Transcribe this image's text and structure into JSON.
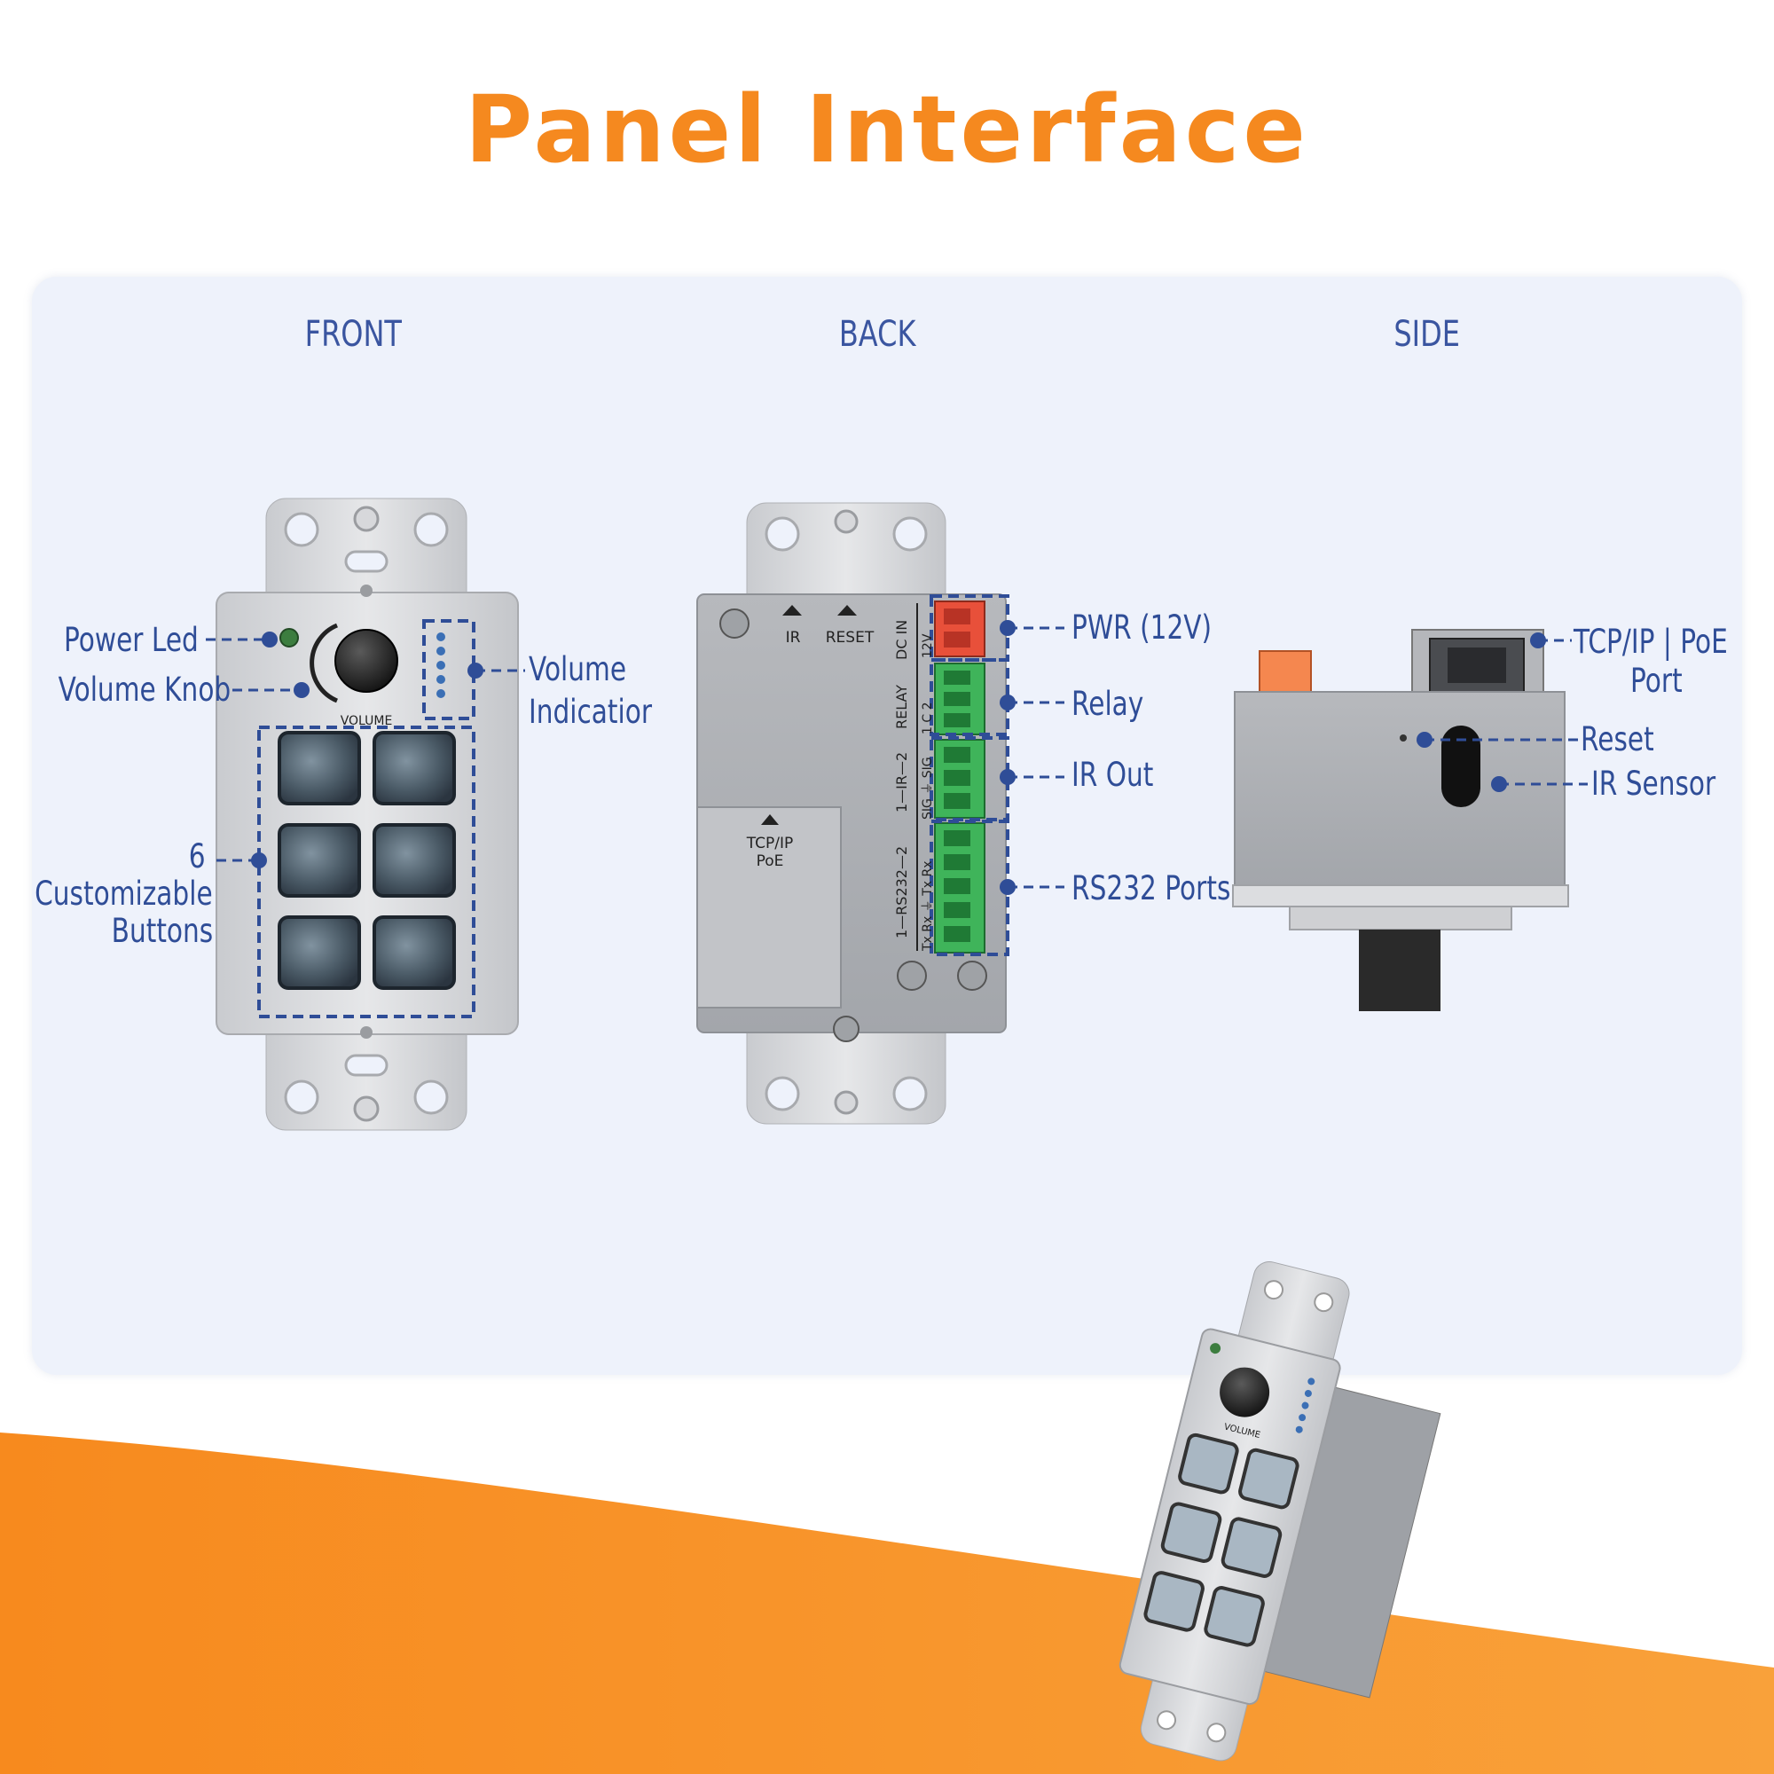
{
  "title": "Panel Interface",
  "views": {
    "front": "FRONT",
    "back": "BACK",
    "side": "SIDE"
  },
  "front_labels": {
    "power_led": "Power Led",
    "volume_knob": "Volume Knob",
    "volume_indicator_line1": "Volume",
    "volume_indicator_line2": "Indicatior",
    "buttons_line1": "6",
    "buttons_line2": "Customizable",
    "buttons_line3": "Buttons"
  },
  "back_labels": {
    "pwr": "PWR (12V)",
    "relay": "Relay",
    "ir_out": "IR Out",
    "rs232": "RS232 Ports"
  },
  "side_labels": {
    "tcpip_line1": "TCP/IP | PoE",
    "tcpip_line2": "Port",
    "reset": "Reset",
    "ir_sensor": "IR Sensor"
  },
  "device_print": {
    "volume": "VOLUME",
    "ir": "IR",
    "reset": "RESET",
    "dc_in": "DC IN",
    "v12": "12V",
    "relay": "RELAY",
    "relay_pins": "1  C  2",
    "ir_group": "1—IR—2",
    "ir_pins": "SIG ⏚ SIG",
    "rs232_group": "1—RS232—2",
    "rs232_pins": "Tx Rx ⏚ Tx Rx",
    "tcpip": "TCP/IP",
    "poe": "PoE"
  },
  "colors": {
    "title": "#f5891f",
    "label": "#2f4d97",
    "panel_bg": "#eef2fb",
    "callout": "#2f4d97",
    "terminal_green": "#3fb45a",
    "terminal_red": "#e8503a",
    "bottom_orange": "#f7931e"
  }
}
